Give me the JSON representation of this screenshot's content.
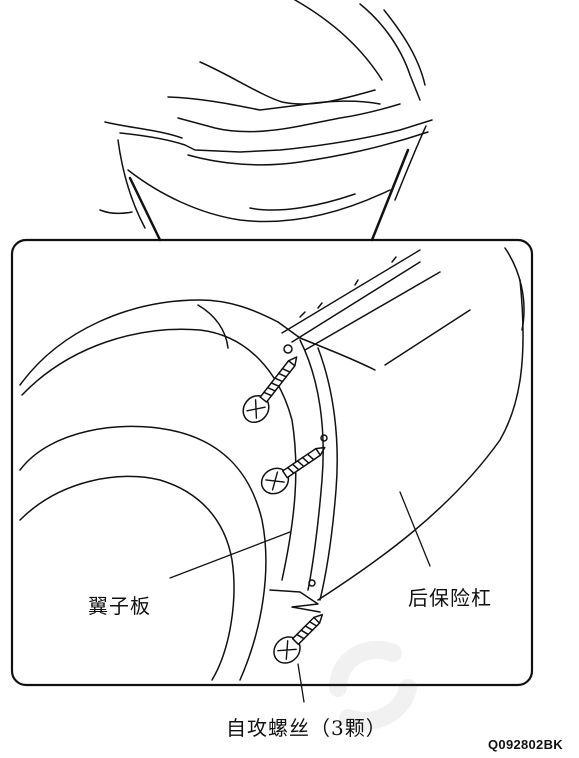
{
  "labels": {
    "fender": "翼子板",
    "rear_bumper": "后保险杠",
    "screws": "自攻螺丝（3颗）",
    "figure_code": "Q092802BK"
  },
  "colors": {
    "line": "#111111",
    "background": "#ffffff",
    "watermark": "#999999"
  },
  "icons": {
    "screw": "self-tapping-screw-icon",
    "watermark": "watermark-logo"
  }
}
